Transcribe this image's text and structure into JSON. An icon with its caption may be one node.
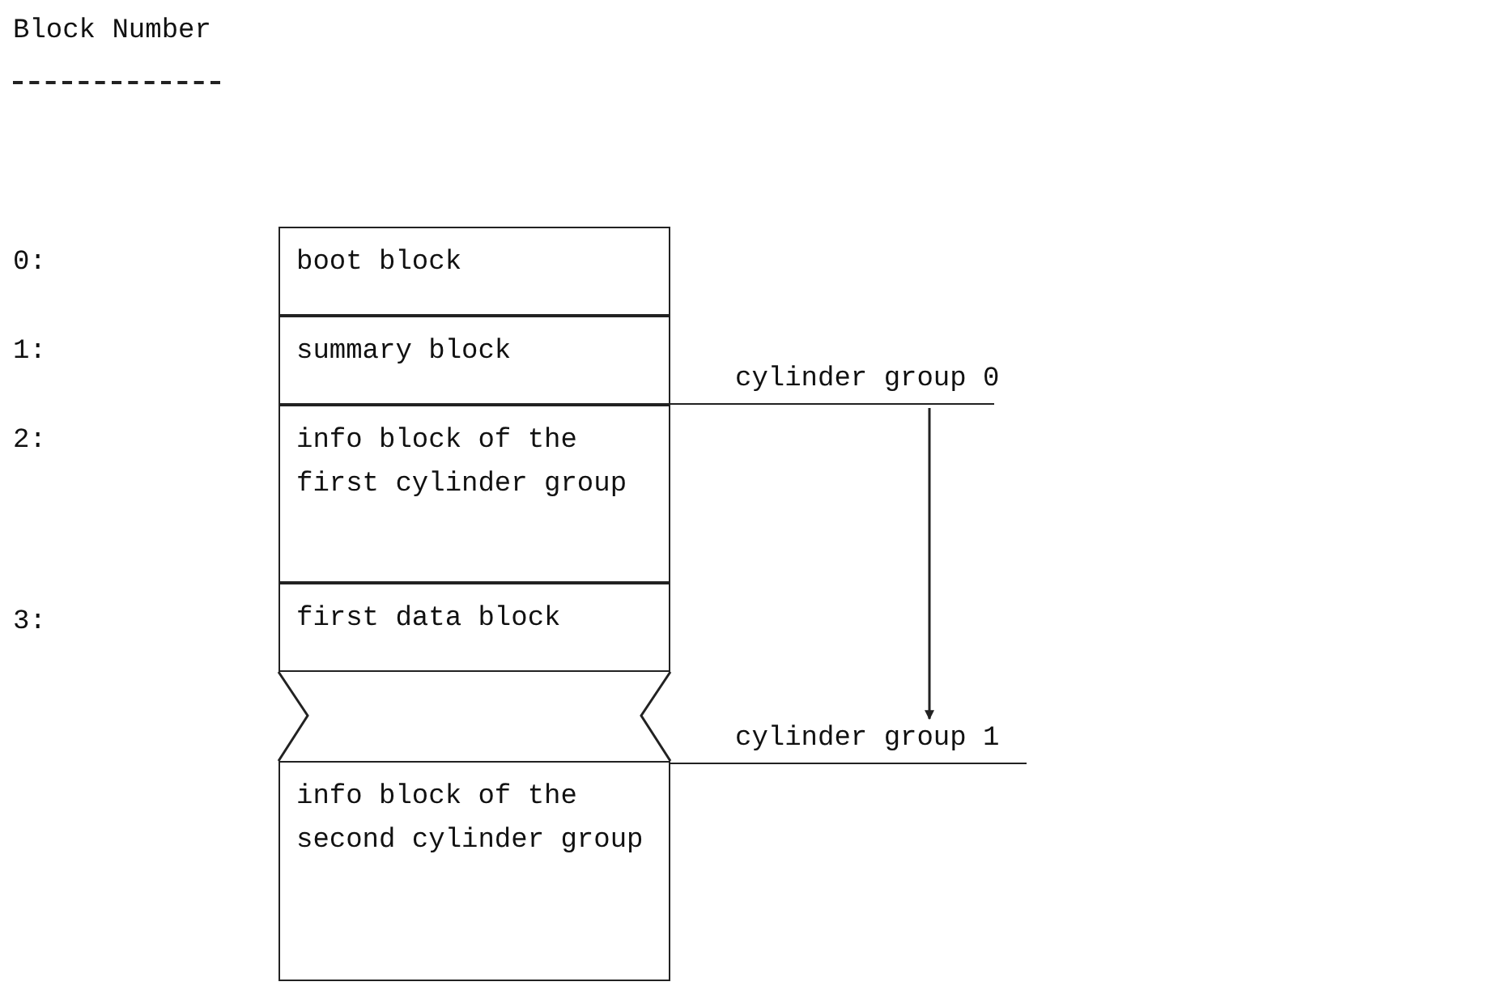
{
  "diagram": {
    "title": "Block Number",
    "nodes": [
      {
        "text": [
          "boot block"
        ]
      },
      {
        "text": [
          "summary block"
        ]
      },
      {
        "text": [
          "info block of the first cylinder group"
        ]
      },
      {
        "text": [
          "first data block"
        ]
      },
      {
        "text": [
          "info block of the second cylinder group"
        ]
      },
      {
        "text": [
          "cylinder group 0"
        ]
      },
      {
        "text": [
          "cylinder group 1"
        ]
      }
    ],
    "edges": [
      {
        "from": 5,
        "to": 6,
        "arrow": "to"
      }
    ],
    "labels": [
      "0:",
      "1:",
      "2:",
      "3:"
    ]
  }
}
